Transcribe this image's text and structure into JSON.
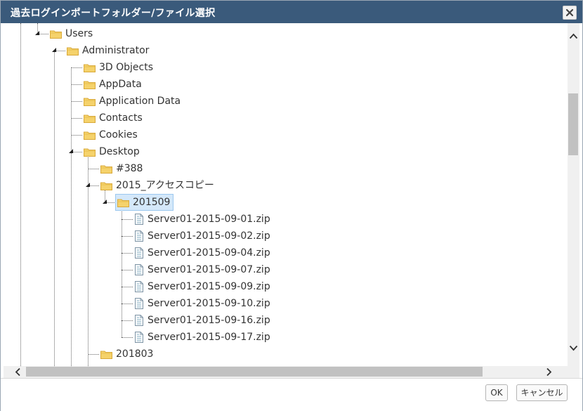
{
  "dialog": {
    "title": "過去ログインポートフォルダー/ファイル選択",
    "ok_label": "OK",
    "cancel_label": "キャンセル"
  },
  "tree": {
    "users": "Users",
    "administrator": "Administrator",
    "admin_children": [
      "3D Objects",
      "AppData",
      "Application Data",
      "Contacts",
      "Cookies"
    ],
    "desktop": "Desktop",
    "desktop_children": [
      "#388",
      "2015_アクセスコピー"
    ],
    "selected_folder": "201509",
    "files": [
      "Server01-2015-09-01.zip",
      "Server01-2015-09-02.zip",
      "Server01-2015-09-04.zip",
      "Server01-2015-09-07.zip",
      "Server01-2015-09-09.zip",
      "Server01-2015-09-10.zip",
      "Server01-2015-09-16.zip",
      "Server01-2015-09-17.zip"
    ],
    "after_folder": "201803"
  },
  "colors": {
    "titlebar": "#3a5a7b",
    "selection": "#d4e8fa",
    "folder": "#f5d26b"
  },
  "icons": {
    "close": "close-icon",
    "folder": "folder-icon",
    "file": "zip-file-icon",
    "expanded": "expanded-triangle-icon"
  }
}
